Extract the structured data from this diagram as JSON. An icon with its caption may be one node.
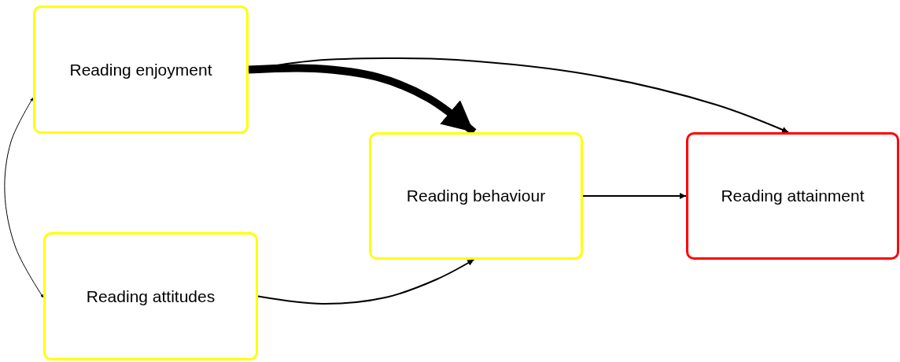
{
  "diagram": {
    "nodes": [
      {
        "text": [
          "Reading enjoyment"
        ]
      },
      {
        "text": [
          "Reading attitudes"
        ]
      },
      {
        "text": [
          "Reading behaviour"
        ]
      },
      {
        "text": [
          "Reading attainment"
        ]
      }
    ],
    "edges": [
      {
        "from": 0,
        "to": 2,
        "arrow": "to",
        "style": "thick"
      },
      {
        "from": 0,
        "to": 3,
        "arrow": "to"
      },
      {
        "from": 1,
        "to": 2,
        "arrow": "to"
      },
      {
        "from": 2,
        "to": 3,
        "arrow": "to"
      },
      {
        "from": 0,
        "to": 1,
        "arrow": "both"
      }
    ]
  }
}
